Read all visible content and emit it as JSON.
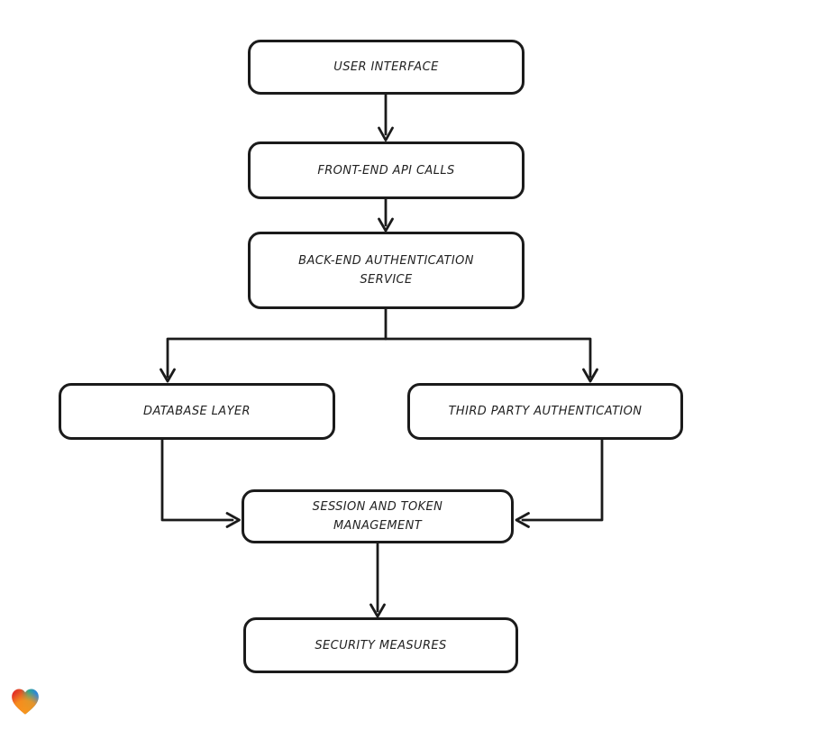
{
  "diagram": {
    "background_color": "#ffffff",
    "stroke_color": "#1b1b1b",
    "node_fill": "#ffffff",
    "nodes": [
      {
        "id": "user-interface",
        "label": "USER INTERFACE"
      },
      {
        "id": "front-end-api-calls",
        "label": "FRONT-END API CALLS"
      },
      {
        "id": "back-end-authentication-service",
        "label": "BACK-END AUTHENTICATION SERVICE"
      },
      {
        "id": "database-layer",
        "label": "DATABASE LAYER"
      },
      {
        "id": "third-party-authentication",
        "label": "THIRD PARTY AUTHENTICATION"
      },
      {
        "id": "session-and-token-management",
        "label": "SESSION AND TOKEN MANAGEMENT"
      },
      {
        "id": "security-measures",
        "label": "SECURITY MEASURES"
      }
    ],
    "edges": [
      {
        "from": "user-interface",
        "to": "front-end-api-calls"
      },
      {
        "from": "front-end-api-calls",
        "to": "back-end-authentication-service"
      },
      {
        "from": "back-end-authentication-service",
        "to": "database-layer"
      },
      {
        "from": "back-end-authentication-service",
        "to": "third-party-authentication"
      },
      {
        "from": "database-layer",
        "to": "session-and-token-management"
      },
      {
        "from": "third-party-authentication",
        "to": "session-and-token-management"
      },
      {
        "from": "session-and-token-management",
        "to": "security-measures"
      }
    ],
    "logo": {
      "name": "gradient-heart",
      "colors": {
        "red": "#e42a26",
        "teal": "#2fa98c",
        "blue": "#2f86d6",
        "orange": "#f7941d"
      }
    }
  }
}
